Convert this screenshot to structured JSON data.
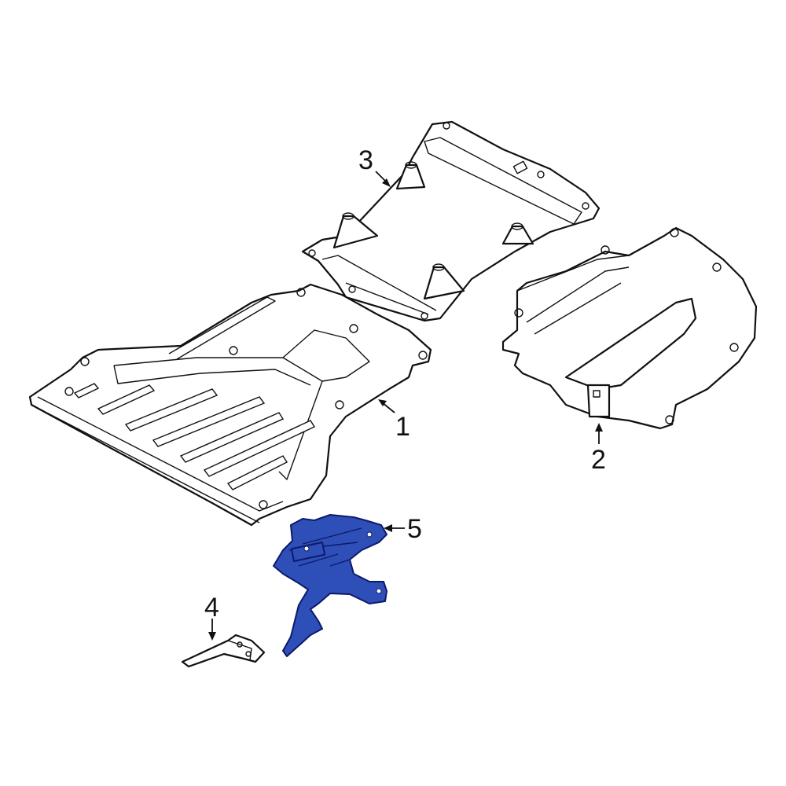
{
  "callouts": [
    {
      "id": "1",
      "text": "1"
    },
    {
      "id": "2",
      "text": "2"
    },
    {
      "id": "3",
      "text": "3"
    },
    {
      "id": "4",
      "text": "4"
    },
    {
      "id": "5",
      "text": "5"
    }
  ],
  "colors": {
    "highlight_fill": "#2f4fb8",
    "highlight_stroke": "#0b1a6a",
    "line": "#111111",
    "background": "#ffffff"
  }
}
